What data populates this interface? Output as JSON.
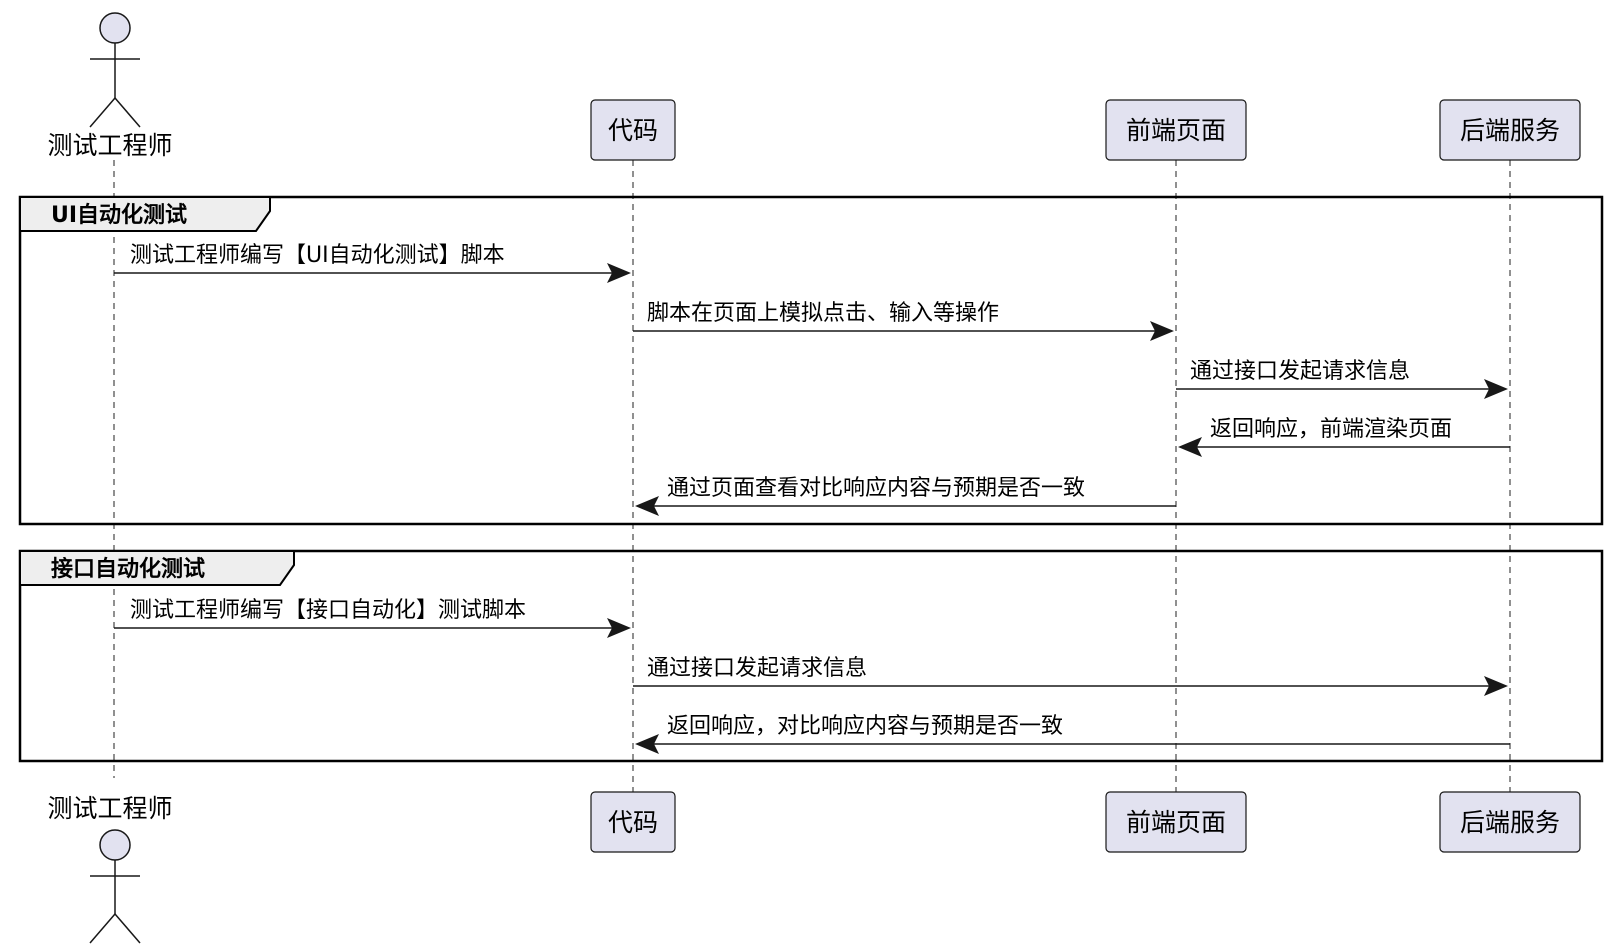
{
  "participants": [
    {
      "id": "tester",
      "label": "测试工程师",
      "kind": "actor"
    },
    {
      "id": "code",
      "label": "代码",
      "kind": "box"
    },
    {
      "id": "frontend",
      "label": "前端页面",
      "kind": "box"
    },
    {
      "id": "backend",
      "label": "后端服务",
      "kind": "box"
    }
  ],
  "groups": [
    {
      "title": "UI自动化测试",
      "messages": [
        {
          "from": "tester",
          "to": "code",
          "text": "测试工程师编写【UI自动化测试】脚本"
        },
        {
          "from": "code",
          "to": "frontend",
          "text": "脚本在页面上模拟点击、输入等操作"
        },
        {
          "from": "frontend",
          "to": "backend",
          "text": "通过接口发起请求信息"
        },
        {
          "from": "backend",
          "to": "frontend",
          "text": "返回响应，前端渲染页面"
        },
        {
          "from": "frontend",
          "to": "code",
          "text": "通过页面查看对比响应内容与预期是否一致"
        }
      ]
    },
    {
      "title": "接口自动化测试",
      "messages": [
        {
          "from": "tester",
          "to": "code",
          "text": "测试工程师编写【接口自动化】测试脚本"
        },
        {
          "from": "code",
          "to": "backend",
          "text": "通过接口发起请求信息"
        },
        {
          "from": "backend",
          "to": "code",
          "text": "返回响应，对比响应内容与预期是否一致"
        }
      ]
    }
  ],
  "colors": {
    "participant_fill": "#e2e2f0",
    "border": "#181818",
    "group_tab_fill": "#eeeeee"
  }
}
